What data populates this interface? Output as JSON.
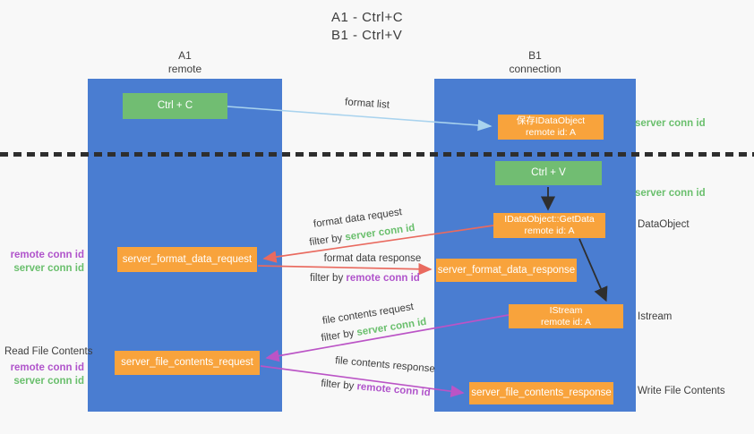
{
  "title": {
    "line1": "A1 - Ctrl+C",
    "line2": "B1 - Ctrl+V"
  },
  "columns": [
    {
      "name": "A1",
      "subtitle": "remote"
    },
    {
      "name": "B1",
      "subtitle": "connection"
    }
  ],
  "nodes": {
    "ctrl_c": "Ctrl + C",
    "ctrl_v": "Ctrl + V",
    "save_idataobject": {
      "line1": "保存IDataObject",
      "line2": "remote id: A"
    },
    "getdata": {
      "line1": "IDataObject::GetData",
      "line2": "remote id: A"
    },
    "istream": {
      "line1": "IStream",
      "line2": "remote id: A"
    },
    "format_request": "server_format_data_request",
    "format_response": "server_format_data_response",
    "file_request": "server_file_contents_request",
    "file_response": "server_file_contents_response"
  },
  "annotations": {
    "format_list": "format list",
    "format_data_request": "format data request",
    "format_data_response": "format data response",
    "file_contents_request": "file contents request",
    "file_contents_response": "file contents response",
    "filter_by_prefix_1": "filter by ",
    "filter_by_value_1": "server conn id",
    "filter_by_prefix_2": "filter by ",
    "filter_by_value_2": "remote conn id",
    "filter_by_prefix_3": "filter by ",
    "filter_by_value_3": "server conn id",
    "filter_by_prefix_4": "filter by ",
    "filter_by_value_4": "remote conn id"
  },
  "side_labels": {
    "right_server_conn_id_1": "server conn id",
    "right_server_conn_id_2": "server conn id",
    "right_dataobject": "DataObject",
    "right_istream": "Istream",
    "right_write_file_contents": "Write File Contents",
    "left_remote_conn_id_1": "remote conn id",
    "left_server_conn_id_1": "server conn id",
    "left_read_file_contents": "Read File Contents",
    "left_remote_conn_id_2": "remote conn id",
    "left_server_conn_id_2": "server conn id"
  },
  "colors": {
    "background": "#f8f8f8",
    "column_blue": "#4a7dd1",
    "node_green": "#71bd72",
    "node_orange": "#f8a33c",
    "green_text": "#6abf6d",
    "purple_text": "#b054cb",
    "red_arrow": "#e96a5f",
    "purple_arrow": "#bb54c6",
    "blue_arrow": "#a9d3ee",
    "black_arrow": "#2e2e2e"
  }
}
